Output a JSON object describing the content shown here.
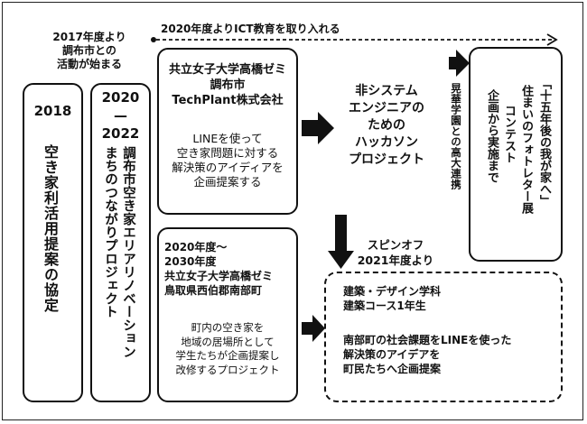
{
  "top_arrow_label": "2020年度よりICT教育を取り入れる",
  "start_note": [
    "2017年度より",
    "調布市との",
    "活動が始まる"
  ],
  "box_2018": {
    "year": "2018",
    "title": "空き家利活用提案の協定"
  },
  "box_2020": {
    "year_start": "2020",
    "year_dash": "—",
    "year_end": "2022",
    "title_1": "調布市空き家エリアリノベーション",
    "title_2": "まちのつながりプロジェクト"
  },
  "main_box": {
    "partners": [
      "共立女子大学高橋ゼミ",
      "調布市",
      "TechPlant株式会社"
    ],
    "desc": [
      "LINEを使って",
      "空き家問題に対する",
      "解決策のアイディアを",
      "企画提案する"
    ]
  },
  "hackathon": [
    "非システム",
    "エンジニアの",
    "ための",
    "ハッカソン",
    "プロジェクト"
  ],
  "collab_label": "晃華学園との高大連携",
  "contest_box": {
    "line_1": "「十五年後の我が家へ」",
    "line_2": "住まいのフォトレター展",
    "line_3": "コンテスト",
    "line_4": "企画から実施まで"
  },
  "spinoff": [
    "スピンオフ",
    "2021年度より"
  ],
  "nanbu_box": {
    "period": [
      "2020年度〜",
      "2030年度"
    ],
    "partners": [
      "共立女子大学高橋ゼミ",
      "鳥取県西伯郡南部町"
    ],
    "desc": [
      "町内の空き家を",
      "地域の居場所として",
      "学生たちが企画提案し",
      "改修するプロジェクト"
    ]
  },
  "dashed_box": {
    "dept": [
      "建築・デザイン学科",
      "建築コース1年生"
    ],
    "desc": [
      "南部町の社会課題をLINEを使った",
      "解決策のアイデアを",
      "町民たちへ企画提案"
    ]
  }
}
